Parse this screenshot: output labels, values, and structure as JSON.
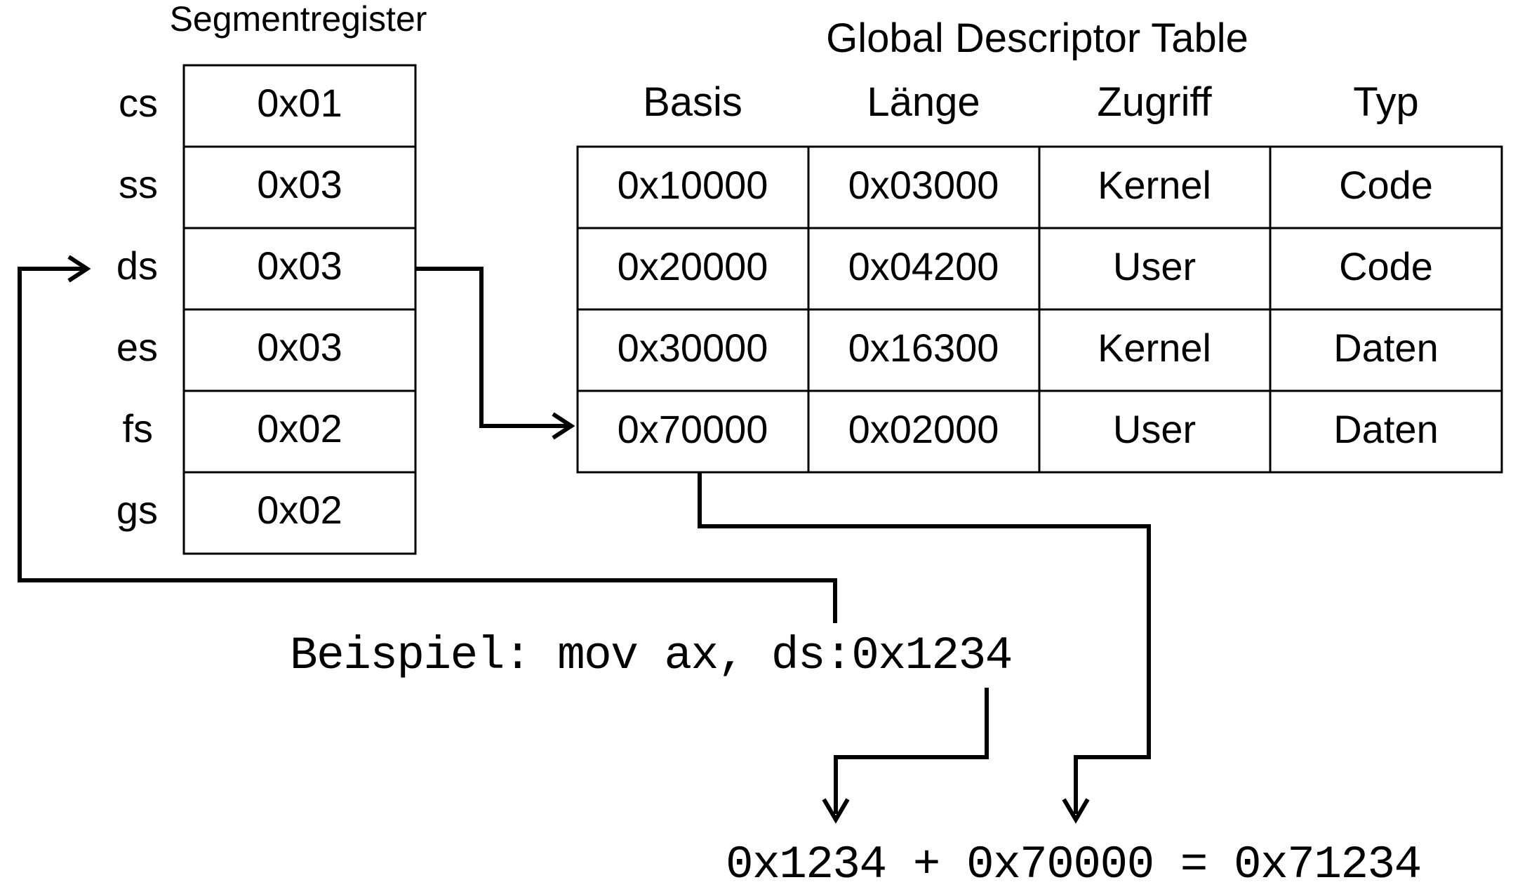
{
  "segment_registers": {
    "title": "Segmentregister",
    "rows": [
      {
        "name": "cs",
        "value": "0x01"
      },
      {
        "name": "ss",
        "value": "0x03"
      },
      {
        "name": "ds",
        "value": "0x03"
      },
      {
        "name": "es",
        "value": "0x03"
      },
      {
        "name": "fs",
        "value": "0x02"
      },
      {
        "name": "gs",
        "value": "0x02"
      }
    ]
  },
  "gdt": {
    "title": "Global Descriptor Table",
    "headers": [
      "Basis",
      "Länge",
      "Zugriff",
      "Typ"
    ],
    "rows": [
      [
        "0x10000",
        "0x03000",
        "Kernel",
        "Code"
      ],
      [
        "0x20000",
        "0x04200",
        "User",
        "Code"
      ],
      [
        "0x30000",
        "0x16300",
        "Kernel",
        "Daten"
      ],
      [
        "0x70000",
        "0x02000",
        "User",
        "Daten"
      ]
    ]
  },
  "example": {
    "instruction": "Beispiel: mov ax, ds:0x1234",
    "result": "0x1234 + 0x70000 = 0x71234"
  },
  "colors": {
    "stroke": "#000000",
    "background": "#ffffff"
  }
}
